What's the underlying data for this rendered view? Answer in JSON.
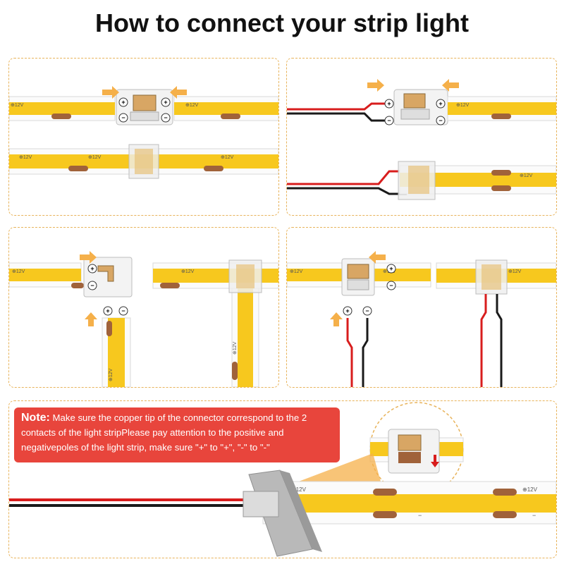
{
  "title": "How to connect your strip light",
  "strip_label": "12V",
  "note": {
    "label": "Note:",
    "text": " Make sure the copper tip of the connector correspond to the 2 contacts of the light stripPlease pay attention to the positive and negativepoles of the light strip, make sure \"+\" to \"+\", \"-\" to \"-\""
  },
  "colors": {
    "strip_yellow": "#f7c81e",
    "border_dashed": "#e8b35a",
    "note_red": "#e8453c",
    "arrow_orange": "#f5b04a",
    "copper_pad": "#a0623a",
    "wire_red": "#d81d1d",
    "wire_black": "#1a1a1a"
  },
  "icons": [
    "right-arrow-icon",
    "left-arrow-icon",
    "up-arrow-icon",
    "down-arrow-icon",
    "plus-icon",
    "minus-icon",
    "magnifier-circle-icon"
  ]
}
